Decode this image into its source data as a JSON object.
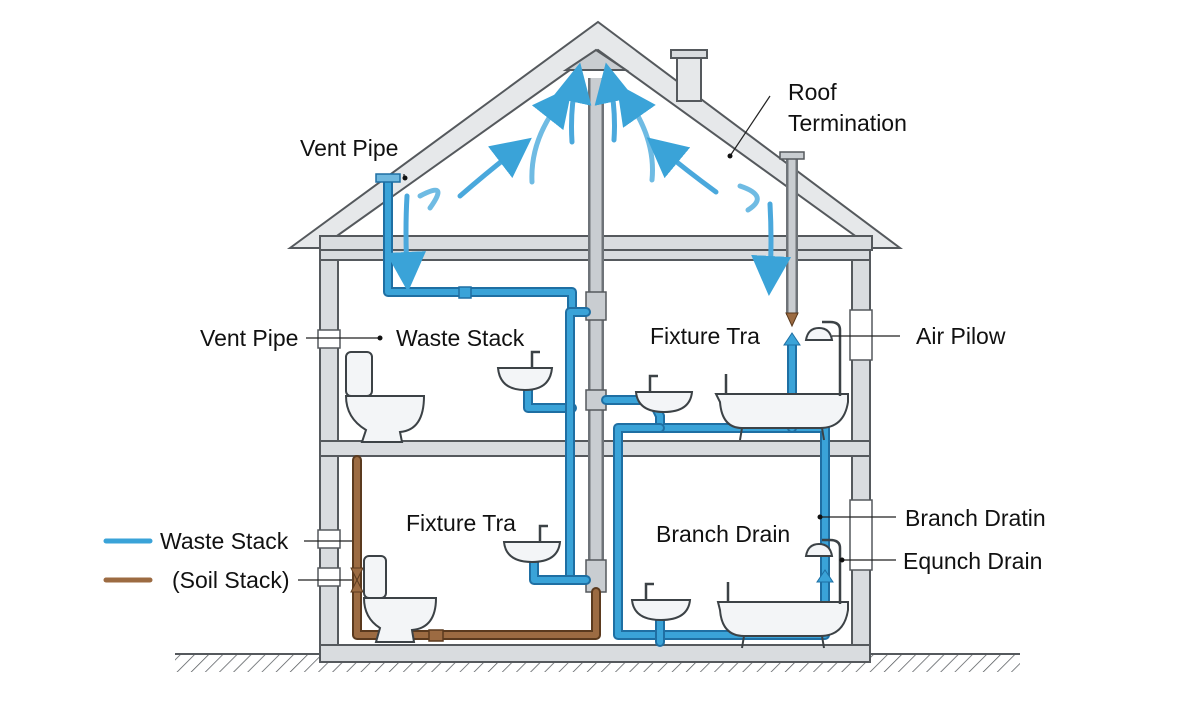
{
  "labels": {
    "vent_pipe_top": "Vent Pipe",
    "roof_termination": "Roof\nTermination",
    "vent_pipe_left": "Vent Pipe",
    "waste_stack": "Waste Stack",
    "fixture_trap_upper": "Fixture Tra",
    "air_pillow": "Air  Pilow",
    "fixture_trap_lower": "Fixture Tra",
    "branch_drain_center": "Branch Drain",
    "branch_drain_right": "Branch Dratin",
    "equnch_drain": "Equnch Drain"
  },
  "legend": {
    "waste_stack": "Waste Stack",
    "soil_stack": "(Soil Stack)"
  },
  "colors": {
    "waste_pipe": "#3aa3d8",
    "soil_pipe": "#9c6b42",
    "vent_pipe": "#c9cdd1",
    "air_flow": "#4aa8dc"
  }
}
